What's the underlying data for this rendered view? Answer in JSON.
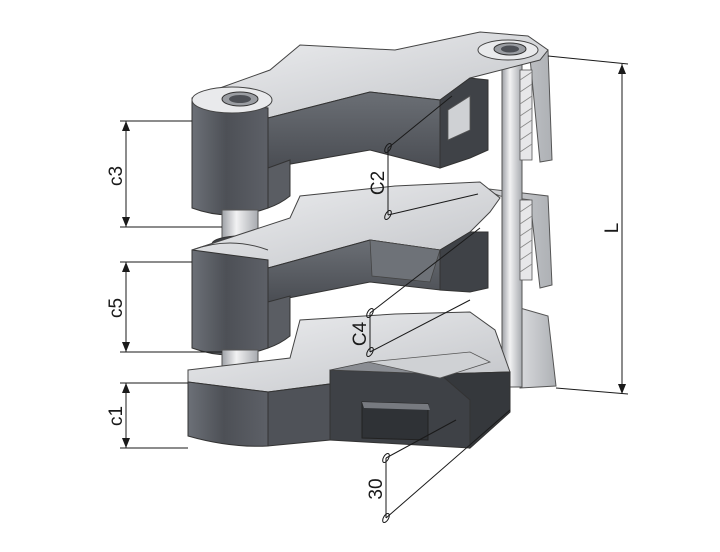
{
  "labels": {
    "c3": "c3",
    "c5": "c5",
    "c1": "c1",
    "C2": "C2",
    "C4": "C4",
    "d30": "30",
    "L": "L"
  },
  "colors": {
    "dark_face": "#55585e",
    "mid_face": "#7d8188",
    "light_face": "#c9cbcf",
    "top_face": "#e4e5e7",
    "pin": "#d6d7da",
    "line": "#1a1a1a"
  }
}
